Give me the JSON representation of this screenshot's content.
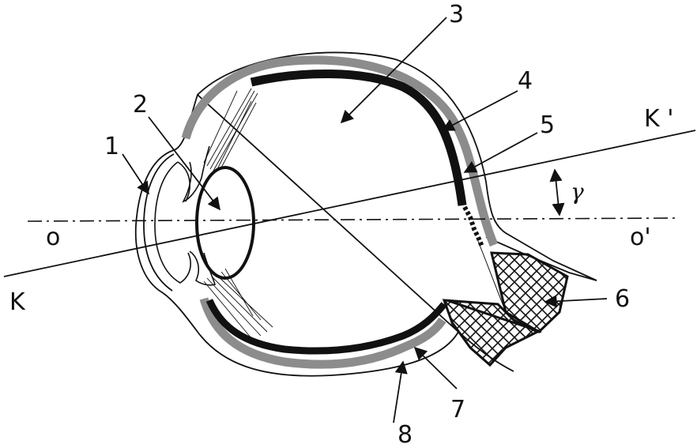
{
  "labels": {
    "n1": "1",
    "n2": "2",
    "n3": "3",
    "n4": "4",
    "n5": "5",
    "n6": "6",
    "n7": "7",
    "n8": "8",
    "K": "K",
    "K_prime": "K '",
    "o": "o",
    "o_prime": "o'",
    "gamma": "γ"
  },
  "colors": {
    "stroke": "#111111",
    "choroid": "#111111",
    "sclera_band": "#8c8c8c",
    "background": "#ffffff"
  }
}
